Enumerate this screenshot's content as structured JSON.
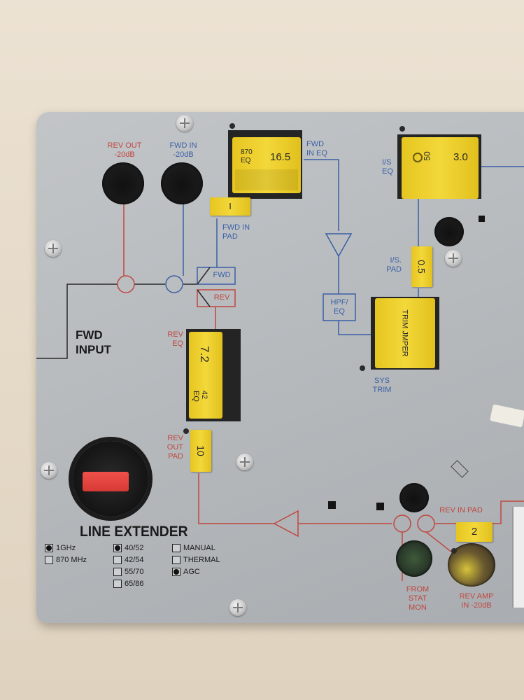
{
  "labels": {
    "rev_out_20db": [
      "REV OUT",
      "-20dB"
    ],
    "fwd_in_20db": [
      "FWD IN",
      "-20dB"
    ],
    "fwd_in_eq": [
      "FWD",
      "IN EQ"
    ],
    "fwd_in_pad": [
      "FWD IN",
      "PAD"
    ],
    "is_eq": [
      "I/S",
      "EQ"
    ],
    "is_pad": [
      "I/S.",
      "PAD"
    ],
    "fwd_box": "FWD",
    "rev_box": "REV",
    "hpf_eq": [
      "HPF/",
      "EQ"
    ],
    "fwd_input": [
      "FWD",
      "INPUT"
    ],
    "rev_eq": [
      "REV",
      "EQ"
    ],
    "sys_trim": [
      "SYS",
      "TRIM"
    ],
    "rev_out_pad": [
      "REV",
      "OUT",
      "PAD"
    ],
    "rev_in_pad": "REV IN PAD",
    "from_stat_mon": [
      "FROM",
      "STAT",
      "MON"
    ],
    "rev_amp_in": [
      "REV AMP",
      "IN -20dB"
    ]
  },
  "modules": {
    "fwd_eq": {
      "top": "870",
      "bottom": "EQ",
      "value": "16.5"
    },
    "fwd_in_pad": "I",
    "is_eq": {
      "top": "50",
      "value": "3.0"
    },
    "is_pad": "0.5",
    "sys_trim": "TRIM JMPER",
    "rev_eq": {
      "value": "7.2",
      "band": "42",
      "sub": "EQ"
    },
    "rev_out_pad": "10",
    "rev_in_pad": "2"
  },
  "title": "LINE EXTENDER",
  "options": {
    "frequency": [
      {
        "label": "1GHz",
        "checked": true
      },
      {
        "label": "870 MHz",
        "checked": false
      }
    ],
    "split": [
      {
        "label": "40/52",
        "checked": true
      },
      {
        "label": "42/54",
        "checked": false
      },
      {
        "label": "55/70",
        "checked": false
      },
      {
        "label": "65/86",
        "checked": false
      }
    ],
    "control": [
      {
        "label": "MANUAL",
        "checked": false
      },
      {
        "label": "THERMAL",
        "checked": false
      },
      {
        "label": "AGC",
        "checked": true
      }
    ]
  },
  "colors": {
    "panel": "#b7bbbe",
    "red_trace": "#c0473f",
    "blue_trace": "#3a5fa6",
    "module_yellow": "#f0d12e"
  }
}
